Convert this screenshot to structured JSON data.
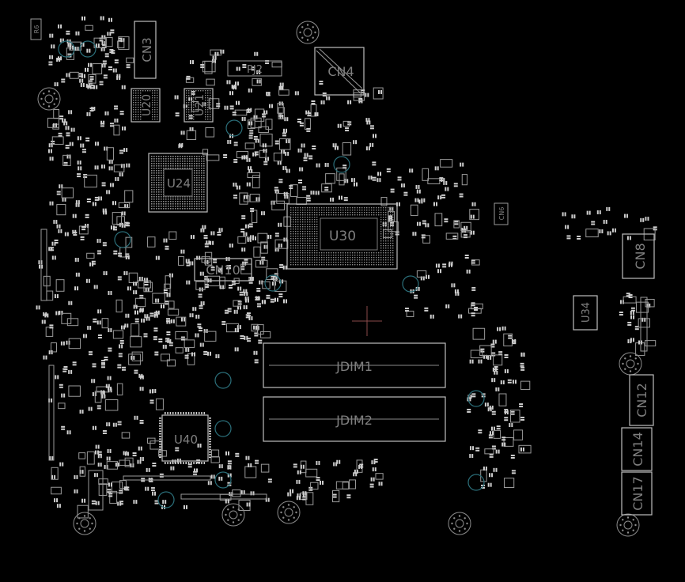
{
  "components": {
    "cn3": "CN3",
    "cn4": "CN4",
    "pj2": "PJ2",
    "u20": "U20",
    "u21": "U21",
    "u24": "U24",
    "u30": "U30",
    "cn10": "CN10",
    "jdim1": "JDIM1",
    "jdim2": "JDIM2",
    "u40": "U40",
    "u34": "U34",
    "cn8": "CN8",
    "cn12": "CN12",
    "cn14": "CN14",
    "cn17": "CN17",
    "cn6": "CN6",
    "r6": "R6"
  }
}
